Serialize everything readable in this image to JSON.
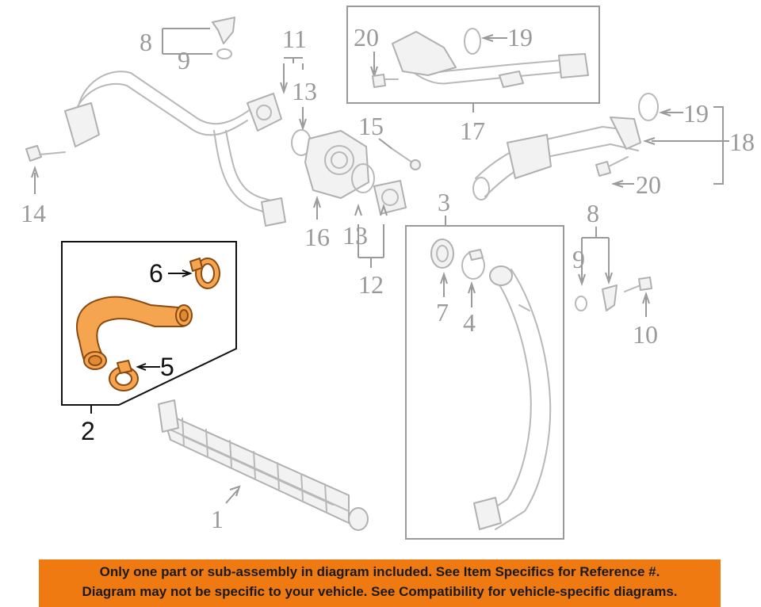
{
  "diagram": {
    "labels": {
      "p1": "1",
      "p2": "2",
      "p3": "3",
      "p4": "4",
      "p5": "5",
      "p6": "6",
      "p7": "7",
      "p8a": "8",
      "p8b": "8",
      "p9a": "9",
      "p9b": "9",
      "p10": "10",
      "p11": "11",
      "p12": "12",
      "p13a": "13",
      "p13b": "13",
      "p14": "14",
      "p15": "15",
      "p16": "16",
      "p17": "17",
      "p18": "18",
      "p19a": "19",
      "p19b": "19",
      "p20a": "20",
      "p20b": "20"
    },
    "highlight_color": "#f5a450"
  },
  "banner": {
    "line1": "Only one part or sub-assembly in diagram included. See Item Specifics for Reference #.",
    "line2": "Diagram may not be specific to your vehicle. See Compatibility for vehicle-specific diagrams.",
    "color": "#f07a12"
  }
}
